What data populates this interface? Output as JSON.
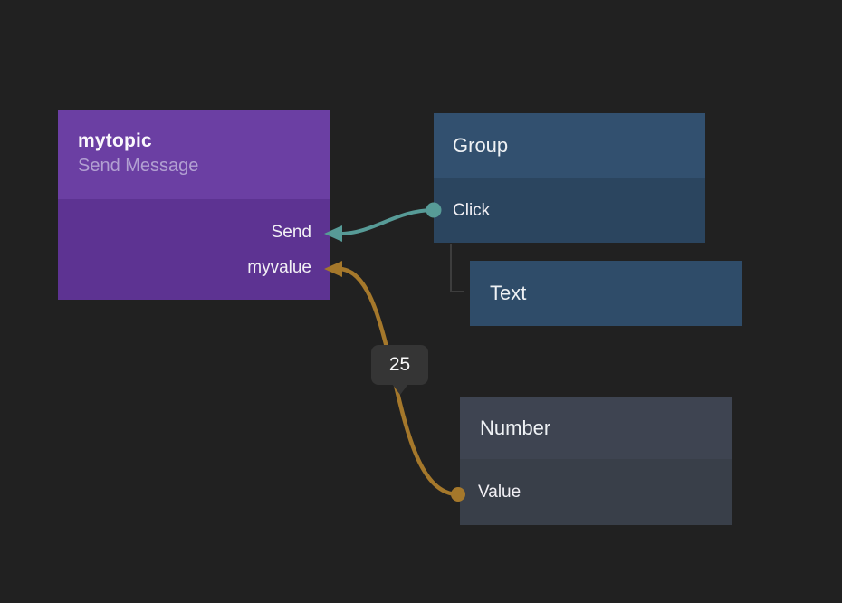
{
  "canvas": {
    "background_color": "#212121",
    "tree_link_color": "#3d3d3d"
  },
  "nodes": {
    "mytopic": {
      "title": "mytopic",
      "subtitle": "Send Message",
      "header_color": "#6b3fa3",
      "body_color": "#5d3392",
      "subtitle_color": "#b2a0d2",
      "inputs": [
        {
          "label": "Send",
          "port_color": "#579b97"
        },
        {
          "label": "myvalue",
          "port_color": "#a5782b"
        }
      ]
    },
    "group": {
      "title": "Group",
      "header_color": "#32506f",
      "body_color": "#2b455f",
      "outputs": [
        {
          "label": "Click",
          "port_color": "#579b97"
        }
      ]
    },
    "text": {
      "title": "Text",
      "color": "#2f4c69"
    },
    "number": {
      "title": "Number",
      "header_color": "#3e4451",
      "body_color": "#393f49",
      "outputs": [
        {
          "label": "Value",
          "port_color": "#a5782b"
        }
      ]
    }
  },
  "wires": {
    "click_to_send": {
      "color": "#579b97",
      "from": "Group / Click",
      "to": "mytopic / Send"
    },
    "value_to_myvalue": {
      "color": "#a5782b",
      "from": "Number / Value",
      "to": "mytopic / myvalue"
    }
  },
  "value_badge": {
    "text": "25",
    "background_color": "#353535"
  }
}
